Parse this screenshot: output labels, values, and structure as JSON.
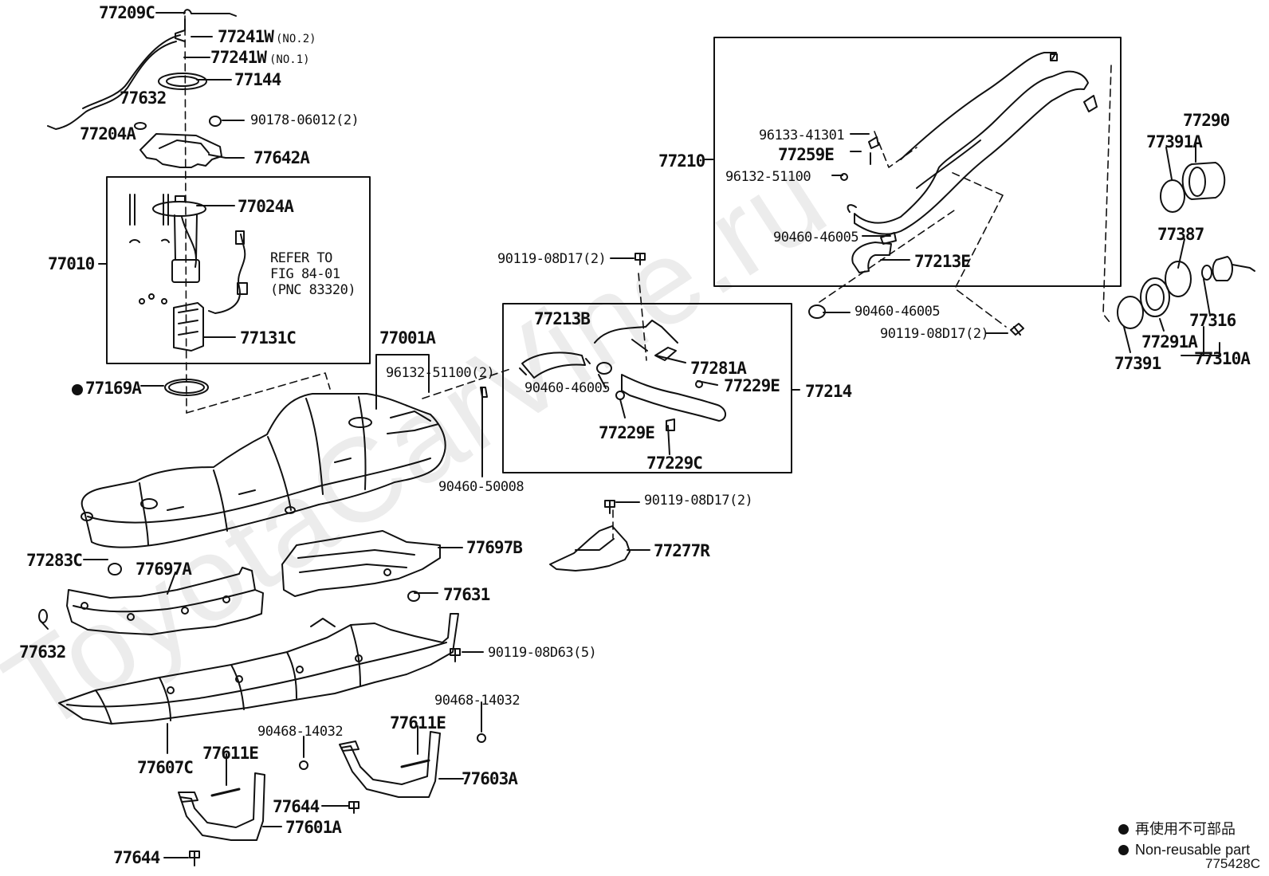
{
  "labels": {
    "p77209C": "77209C",
    "p77241W_2": "77241W",
    "p77241W_2_sfx": "(NO.2)",
    "p77241W_1": "77241W",
    "p77241W_1_sfx": "(NO.1)",
    "p77144": "77144",
    "p77632_top": "77632",
    "p77204A": "77204A",
    "p90178": "90178-06012(2)",
    "p77642A": "77642A",
    "p77024A": "77024A",
    "p77010": "77010",
    "refer1": "REFER TO",
    "refer2": "FIG 84-01",
    "refer3": "(PNC 83320)",
    "p77131C": "77131C",
    "p77169A": "77169A",
    "p77001A": "77001A",
    "p96132_left": "96132-51100(2)",
    "p90460_50008": "90460-50008",
    "p77283C": "77283C",
    "p77697A": "77697A",
    "p77632_bot": "77632",
    "p77697B": "77697B",
    "p77631": "77631",
    "p90119_08D63": "90119-08D63(5)",
    "p77607C": "77607C",
    "p77611E_left": "77611E",
    "p90468_left": "90468-14032",
    "p77644_mid": "77644",
    "p77601A": "77601A",
    "p77644_bot": "77644",
    "p90468_right": "90468-14032",
    "p77611E_right": "77611E",
    "p77603A": "77603A",
    "p90119_08D17_a": "90119-08D17(2)",
    "p77213B": "77213B",
    "p77281A": "77281A",
    "p90460_46005_a": "90460-46005",
    "p77229E_a": "77229E",
    "p77229E_b": "77229E",
    "p77214": "77214",
    "p77229C": "77229C",
    "p90119_08D17_b": "90119-08D17(2)",
    "p77277R": "77277R",
    "p77210": "77210",
    "p96133": "96133-41301",
    "p77259E": "77259E",
    "p96132_right": "96132-51100",
    "p90460_46005_b": "90460-46005",
    "p77213E": "77213E",
    "p90460_46005_c": "90460-46005",
    "p90119_08D17_c": "90119-08D17(2)",
    "p77290": "77290",
    "p77391A": "77391A",
    "p77387": "77387",
    "p77316": "77316",
    "p77391": "77391",
    "p77291A": "77291A",
    "p77310A": "77310A"
  },
  "legend": {
    "line1": "再使用不可部品",
    "line2": "Non-reusable part"
  },
  "figure_code": "775428C",
  "watermark": "ToyotaCarVine.ru",
  "colors": {
    "ink": "#111111",
    "watermark": "#ececec"
  }
}
